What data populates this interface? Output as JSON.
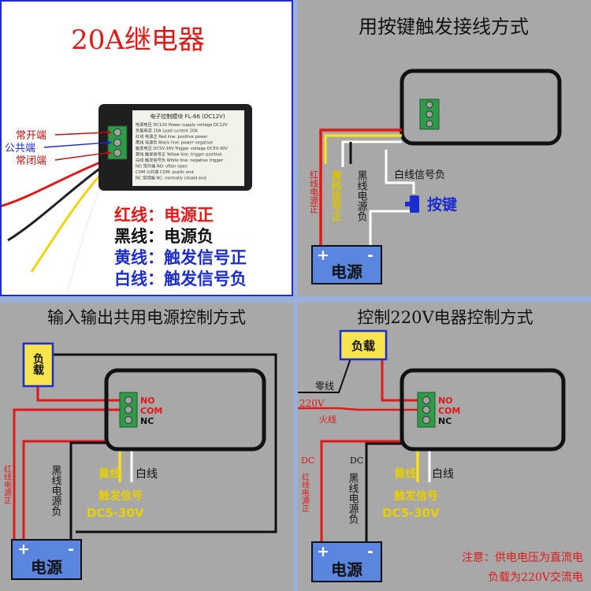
{
  "colors": {
    "panel_gray": "#a8a8a8",
    "frame": "#1c1c1c",
    "red": "#e01818",
    "yellow": "#f3e021",
    "white": "#ffffff",
    "black": "#101010",
    "blue": "#1c2ccf",
    "power_fill": "#5b86e0",
    "load_fill": "#f8e44e",
    "terminal_green": "#2f9a48",
    "divider_blue": "#9ab0d8"
  },
  "panel1": {
    "title": "20A继电器",
    "module_header": "电子控制模块  FL-66 (DC12V)",
    "module_rows": [
      "电源电压 DC12V    Power supply voltage DC12V",
      "负载电流 20A        Load current 20A",
      "红线 电源正        Red line: positive power",
      "黑线 电源负        Black line: power negative",
      "触发电压 DC5V-30V  Trigger voltage DC5V-30V",
      "黄线 触发信号正    Yellow line: trigger positive",
      "白线 触发信号负    White line: negative trigger",
      "NO 常开端          NO: often open",
      "COM 公共端         COM: public end",
      "NC 常闭端          NC: normally closed end"
    ],
    "terminal_labels": {
      "no": "常开端",
      "com": "公共端",
      "nc": "常闭端"
    },
    "legend": [
      {
        "text": "红线：电源正",
        "color": "#e01818"
      },
      {
        "text": "黑线：电源负",
        "color": "#101010"
      },
      {
        "text": "黄线：触发信号正",
        "color": "#1c2ccf"
      },
      {
        "text": "白线：触发信号负",
        "color": "#1c2ccf"
      }
    ]
  },
  "panel2": {
    "title": "用按键触发接线方式",
    "red_label": "红线电源正",
    "yellow_label": "黄线信号正",
    "black_label": "黑线电源负",
    "white_label": "白线信号负",
    "button_label": "按键",
    "power_label": "电源",
    "plus": "+",
    "minus": "-"
  },
  "panel3": {
    "title": "输入输出共用电源控制方式",
    "load_label": "负载",
    "no": "NO",
    "com": "COM",
    "nc": "NC",
    "red_label": "红线电源正",
    "black_label": "黑线电源负",
    "yellow_label": "黄线",
    "white_label": "白线",
    "trigger_label": "触发信号",
    "trigger_voltage": "DC5-30V",
    "power_label": "电源",
    "plus": "+",
    "minus": "-"
  },
  "panel4": {
    "title": "控制220V电器控制方式",
    "load_label": "负载",
    "neutral_label": "零线",
    "v220_label": "220V",
    "live_label": "火线",
    "no": "NO",
    "com": "COM",
    "nc": "NC",
    "dc_left": "DC",
    "red_label": "红线电源正",
    "dc_right": "DC",
    "black_label": "黑线电源负",
    "yellow_label": "黄线",
    "white_label": "白线",
    "trigger_label": "触发信号",
    "trigger_voltage": "DC5-30V",
    "power_label": "电源",
    "plus": "+",
    "minus": "-",
    "note_line1": "注意：供电电压为直流电",
    "note_line2": "负载为220V交流电"
  }
}
